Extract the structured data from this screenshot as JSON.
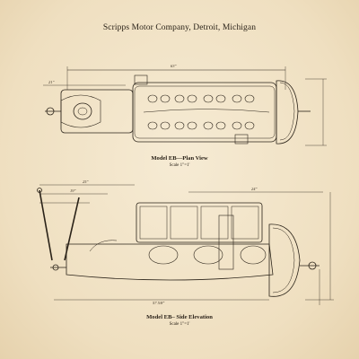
{
  "sheet": {
    "title": "Scripps Motor Company, Detroit, Michigan",
    "plan_view": {
      "caption": "Model EB—Plan View",
      "scale": "Scale 1\"=1'"
    },
    "side_view": {
      "caption": "Model EB– Side Elevation",
      "scale": "Scale 1\"=1'"
    },
    "dimensions": {
      "overall_length_plan": "63\"",
      "overall_length_side": "57 5/8\"",
      "plan_left": "21\"",
      "side_top_a": "25\"",
      "side_top_b": "19\"",
      "side_mid": "24\""
    },
    "colors": {
      "paper": "#f3e6cc",
      "ink": "#2a2218"
    }
  }
}
